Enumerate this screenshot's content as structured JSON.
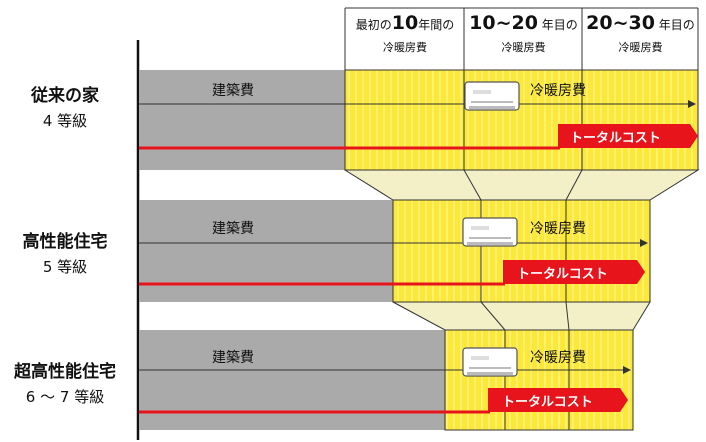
{
  "headers": [
    {
      "pre": "最初の",
      "num": "10",
      "post": "年間の",
      "sub": "冷暖房費"
    },
    {
      "pre": "",
      "num": "10~20",
      "post": " 年目の",
      "sub": "冷暖房費"
    },
    {
      "pre": "",
      "num": "20~30",
      "post": " 年目の",
      "sub": "冷暖房費"
    }
  ],
  "rows": [
    {
      "title": "従来の家",
      "grade": "4 等級",
      "construction": "建築費",
      "heating": "冷暖房費",
      "total": "トータルコスト"
    },
    {
      "title": "高性能住宅",
      "grade": "5 等級",
      "construction": "建築費",
      "heating": "冷暖房費",
      "total": "トータルコスト"
    },
    {
      "title": "超高性能住宅",
      "grade": "6 ～ 7 等級",
      "construction": "建築費",
      "heating": "冷暖房費",
      "total": "トータルコスト"
    }
  ],
  "colors": {
    "construction": "#aaaaaa",
    "heating": "#fbe838",
    "total": "#e8141b",
    "arrow": "#333333"
  },
  "icons": [
    "air-conditioner-icon"
  ]
}
